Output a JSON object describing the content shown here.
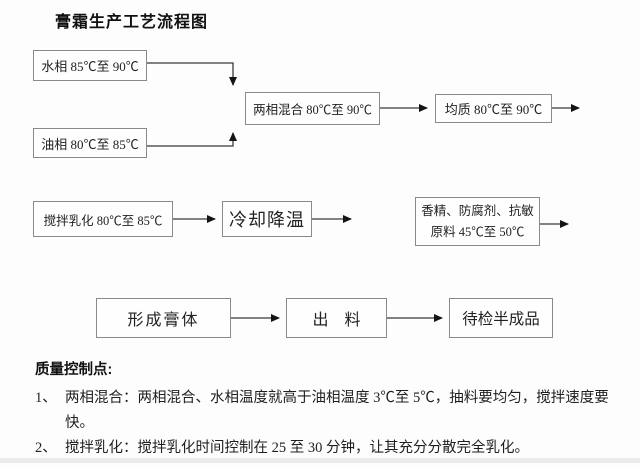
{
  "title": "膏霜生产工艺流程图",
  "boxes": {
    "water": {
      "label": "水相 85℃至 90℃"
    },
    "oil": {
      "label": "油相 80℃至 85℃"
    },
    "mix": {
      "label": "两相混合 80℃至 90℃"
    },
    "homogenize": {
      "label": "均质 80℃至 90℃"
    },
    "emulsify": {
      "label": "搅拌乳化 80℃至 85℃"
    },
    "cooling": {
      "label": "冷却降温"
    },
    "additives": {
      "line1": "香精、防腐剂、抗敏",
      "line2": "原料 45℃至 50℃"
    },
    "paste": {
      "label": "形成膏体"
    },
    "discharge": {
      "label": "出　料"
    },
    "semi_finished": {
      "label": "待检半成品"
    }
  },
  "notes": {
    "heading": "质量控制点:",
    "items": [
      {
        "num": "1、",
        "text": "两相混合：两相混合、水相温度就高于油相温度 3℃至 5℃，抽料要均匀，搅拌速度要快。"
      },
      {
        "num": "2、",
        "text": "搅拌乳化：搅拌乳化时间控制在 25 至 30 分钟，让其充分分散完全乳化。"
      }
    ]
  },
  "colors": {
    "background": "#fdfdfd",
    "box_border": "#8a8a8a",
    "text": "#1f1f1f",
    "arrow": "#2b2b2b"
  }
}
